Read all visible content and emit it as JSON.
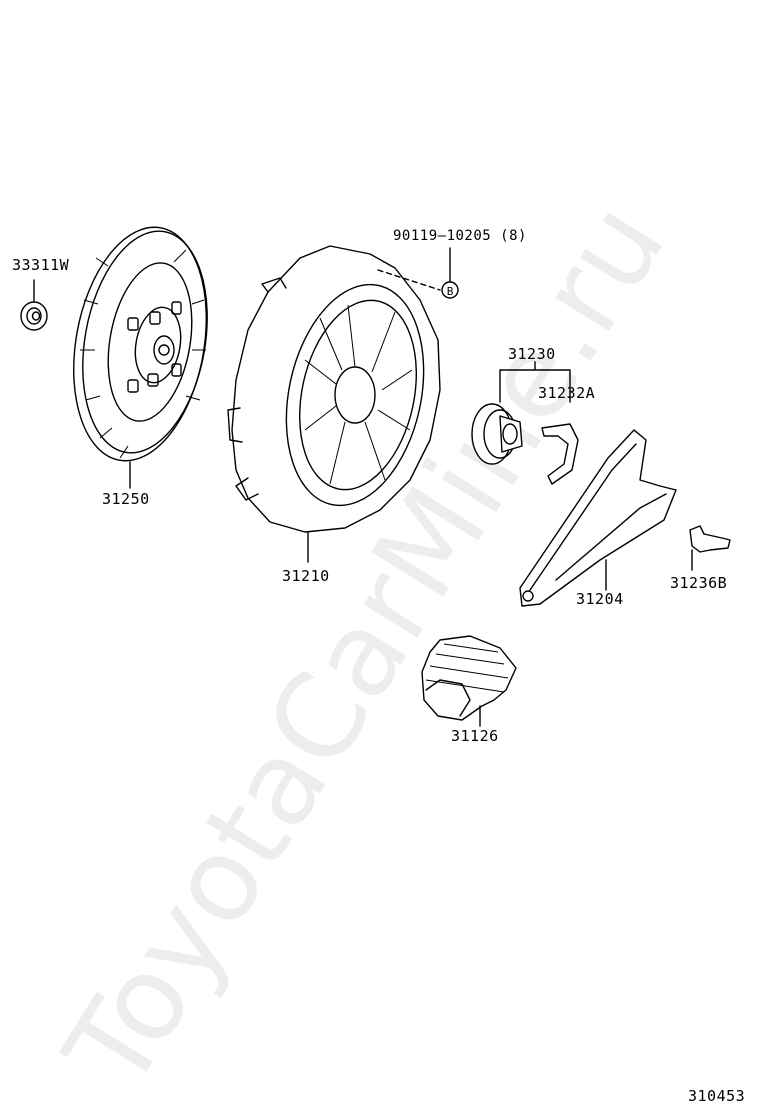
{
  "diagram": {
    "parts": [
      {
        "id": "33311W",
        "label": "33311W"
      },
      {
        "id": "31250",
        "label": "31250"
      },
      {
        "id": "31210",
        "label": "31210"
      },
      {
        "id": "90119-10205",
        "label": "90119—10205 (8)"
      },
      {
        "id": "31230",
        "label": "31230"
      },
      {
        "id": "31232A",
        "label": "31232A"
      },
      {
        "id": "31204",
        "label": "31204"
      },
      {
        "id": "31236B",
        "label": "31236B"
      },
      {
        "id": "31126",
        "label": "31126"
      }
    ],
    "figure_code": "310453",
    "watermark": "ToyotaCarMine.ru",
    "bolt_marker": "B"
  }
}
